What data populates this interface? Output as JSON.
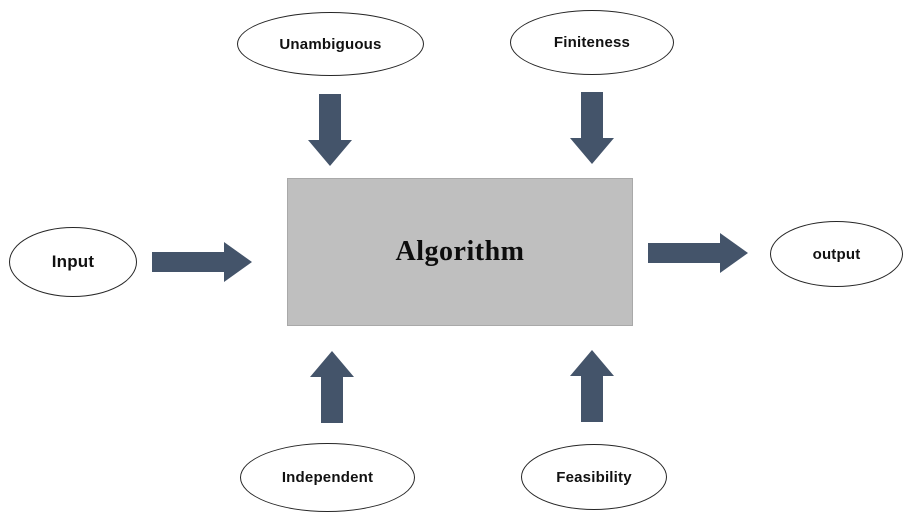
{
  "nodes": {
    "algorithm": {
      "label": "Algorithm"
    },
    "unambiguous": {
      "label": "Unambiguous"
    },
    "finiteness": {
      "label": "Finiteness"
    },
    "input": {
      "label": "Input"
    },
    "output": {
      "label": "output"
    },
    "independent": {
      "label": "Independent"
    },
    "feasibility": {
      "label": "Feasibility"
    }
  },
  "connections": [
    {
      "from": "Unambiguous",
      "to": "Algorithm",
      "direction": "down"
    },
    {
      "from": "Finiteness",
      "to": "Algorithm",
      "direction": "down"
    },
    {
      "from": "Input",
      "to": "Algorithm",
      "direction": "right"
    },
    {
      "from": "Algorithm",
      "to": "output",
      "direction": "right"
    },
    {
      "from": "Independent",
      "to": "Algorithm",
      "direction": "up"
    },
    {
      "from": "Feasibility",
      "to": "Algorithm",
      "direction": "up"
    }
  ],
  "colors": {
    "arrow": "#44546A",
    "box_fill": "#BFBFBF",
    "ellipse_border": "#262626",
    "background": "#FFFFFF"
  }
}
